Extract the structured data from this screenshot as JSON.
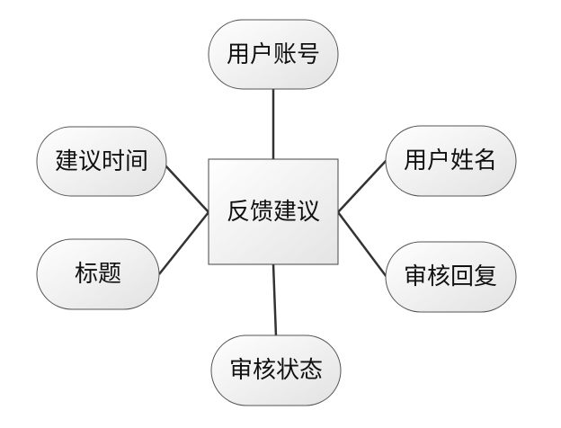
{
  "diagram": {
    "entity": {
      "label": "反馈建议"
    },
    "attributes": [
      {
        "id": "user-account",
        "label": "用户账号"
      },
      {
        "id": "user-name",
        "label": "用户姓名"
      },
      {
        "id": "review-reply",
        "label": "审核回复"
      },
      {
        "id": "review-status",
        "label": "审核状态"
      },
      {
        "id": "title",
        "label": "标题"
      },
      {
        "id": "suggestion-time",
        "label": "建议时间"
      }
    ]
  }
}
